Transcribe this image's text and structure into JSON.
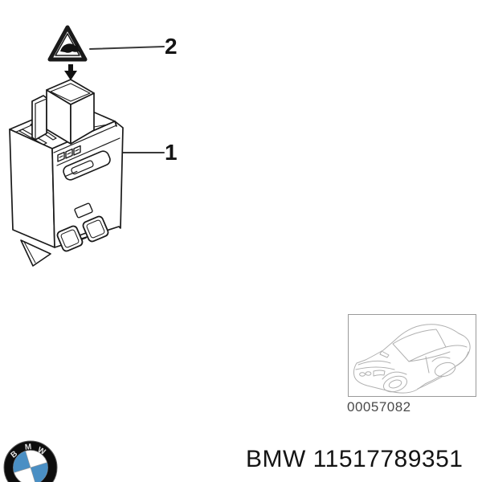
{
  "page": {
    "background": "#ffffff"
  },
  "diagram": {
    "callouts": [
      {
        "label": "1"
      },
      {
        "label": "2"
      }
    ],
    "icons": {
      "warning": "warning-triangle-icon",
      "arrow": "down-arrow-icon",
      "part": "relay-module-drawing"
    }
  },
  "vehicle_thumbnail": {
    "code": "00057082",
    "icon": "car-sketch-icon"
  },
  "footer": {
    "brand": "BMW",
    "part_number": "11517789351",
    "logo_letters": [
      "B",
      "M",
      "W"
    ],
    "logo_icon": "bmw-roundel-logo"
  },
  "colors": {
    "line": "#1a1a1a",
    "leader_line": "#3a3a3a",
    "car_sketch": "#b0b0b0",
    "bmw_blue": "#4a8fc4",
    "text": "#141414"
  }
}
